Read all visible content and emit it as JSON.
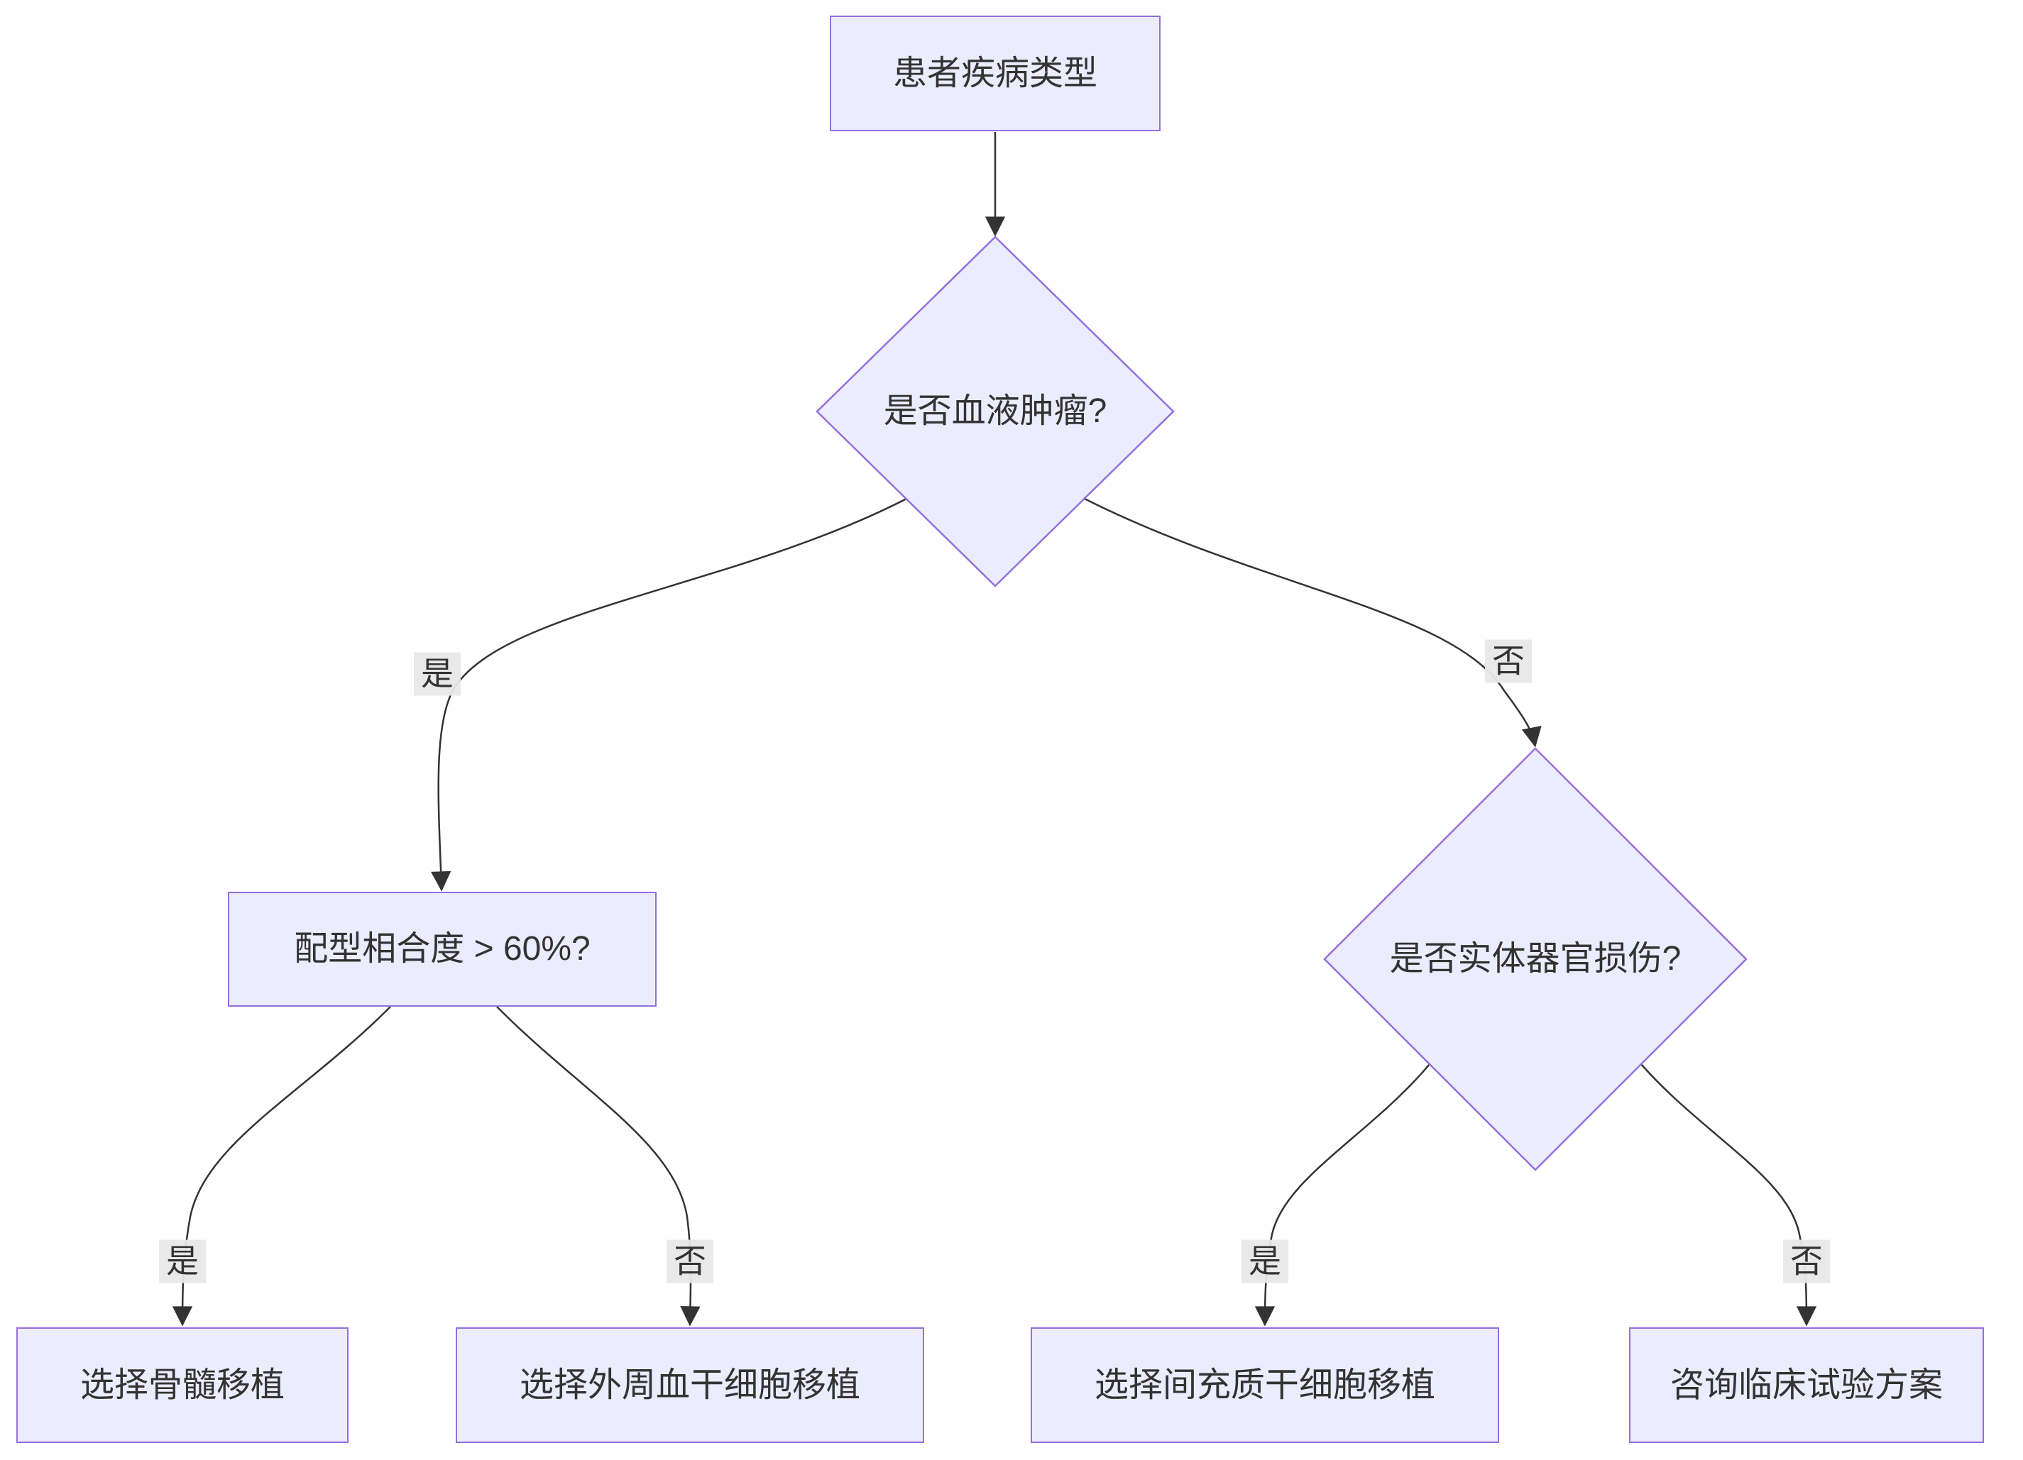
{
  "diagram": {
    "type": "flowchart",
    "direction": "top-down",
    "nodes": [
      {
        "id": "A",
        "shape": "rect",
        "label": "患者疾病类型"
      },
      {
        "id": "B",
        "shape": "diamond",
        "label": "是否血液肿瘤?"
      },
      {
        "id": "C",
        "shape": "rect",
        "label": "配型相合度 > 60%?"
      },
      {
        "id": "D",
        "shape": "diamond",
        "label": "是否实体器官损伤?"
      },
      {
        "id": "E",
        "shape": "rect",
        "label": "选择骨髓移植"
      },
      {
        "id": "F",
        "shape": "rect",
        "label": "选择外周血干细胞移植"
      },
      {
        "id": "G",
        "shape": "rect",
        "label": "选择间充质干细胞移植"
      },
      {
        "id": "H",
        "shape": "rect",
        "label": "咨询临床试验方案"
      }
    ],
    "edges": [
      {
        "from": "A",
        "to": "B",
        "label": ""
      },
      {
        "from": "B",
        "to": "C",
        "label": "是"
      },
      {
        "from": "B",
        "to": "D",
        "label": "否"
      },
      {
        "from": "C",
        "to": "E",
        "label": "是"
      },
      {
        "from": "C",
        "to": "F",
        "label": "否"
      },
      {
        "from": "D",
        "to": "G",
        "label": "是"
      },
      {
        "from": "D",
        "to": "H",
        "label": "否"
      }
    ],
    "colors": {
      "node_fill": "#ECECFF",
      "node_border": "#9370DB",
      "edge_line": "#333333",
      "text": "#333333",
      "edge_label_bg": "#e8e8e8",
      "background": "#ffffff"
    }
  }
}
